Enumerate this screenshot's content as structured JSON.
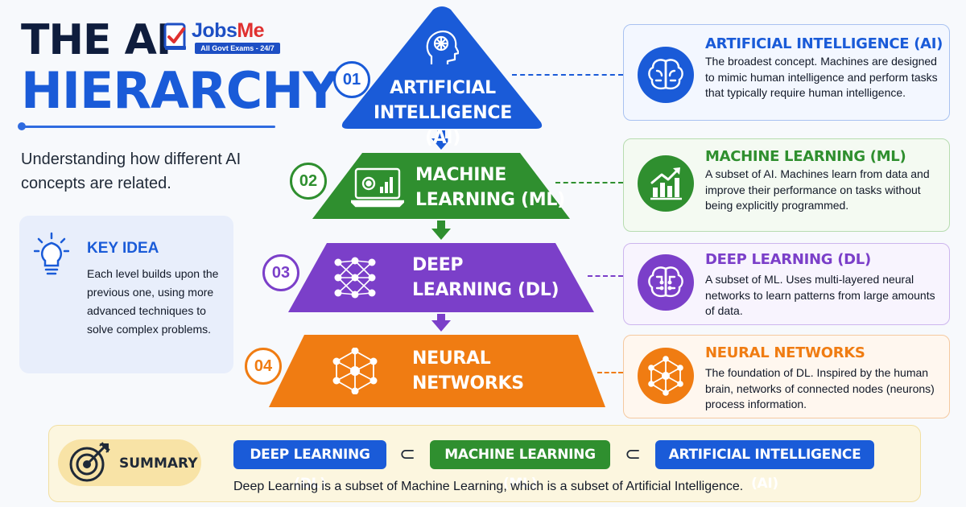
{
  "header": {
    "title_line1": "THE AI",
    "title_line2": "HIERARCHY",
    "subtitle": "Understanding how different AI concepts are related."
  },
  "brand": {
    "name_part1": "Jobs",
    "name_part2": "Me",
    "tagline": "All Govt Exams - 24/7"
  },
  "key_idea": {
    "icon": "lightbulb-icon",
    "title": "KEY IDEA",
    "text": "Each level builds upon the previous one, using more advanced techniques to solve complex problems."
  },
  "pyramid": [
    {
      "number": "01",
      "line1": "ARTIFICIAL",
      "line2": "INTELLIGENCE (AI)",
      "icon": "brain-head-icon",
      "color": "#1a5bd8"
    },
    {
      "number": "02",
      "line1": "MACHINE",
      "line2": "LEARNING (ML)",
      "icon": "laptop-gear-chart-icon",
      "color": "#2f8f2f"
    },
    {
      "number": "03",
      "line1": "DEEP",
      "line2": "LEARNING (DL)",
      "icon": "neural-layers-icon",
      "color": "#7b3fc9"
    },
    {
      "number": "04",
      "line1": "NEURAL",
      "line2": "NETWORKS",
      "icon": "network-nodes-icon",
      "color": "#f07c12"
    }
  ],
  "cards": [
    {
      "title": "ARTIFICIAL INTELLIGENCE (AI)",
      "text": "The broadest concept. Machines are designed to mimic human intelligence and perform tasks that typically require human intelligence.",
      "icon": "brain-icon",
      "color": "#1a5bd8"
    },
    {
      "title": "MACHINE LEARNING (ML)",
      "text": "A subset of AI. Machines learn from data and improve their performance on tasks without being explicitly programmed.",
      "icon": "bar-chart-growth-icon",
      "color": "#2f8f2f"
    },
    {
      "title": "DEEP LEARNING (DL)",
      "text": "A subset of ML. Uses multi-layered neural networks to learn patterns from large amounts of data.",
      "icon": "brain-circuit-icon",
      "color": "#7b3fc9"
    },
    {
      "title": "NEURAL NETWORKS",
      "text": "The foundation of DL. Inspired by the human brain, networks of connected nodes (neurons) process information.",
      "icon": "network-nodes-icon",
      "color": "#f07c12"
    }
  ],
  "summary": {
    "label": "SUMMARY",
    "icon": "target-arrow-icon",
    "pills": [
      "DEEP LEARNING (DL)",
      "MACHINE LEARNING (ML)",
      "ARTIFICIAL INTELLIGENCE (AI)"
    ],
    "subset_symbol": "⊂",
    "text": "Deep Learning is a subset of Machine Learning, which is a subset of Artificial Intelligence."
  }
}
